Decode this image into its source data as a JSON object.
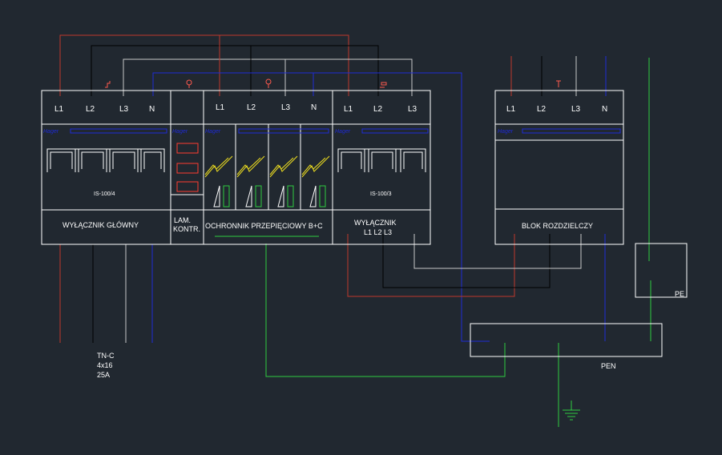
{
  "colors": {
    "background": "#212830",
    "outline": "#ffffff",
    "l1_wire": "#c0392b",
    "l2_wire": "#000000",
    "l3_wire": "#c8c8c8",
    "n_wire": "#1f2bd6",
    "pe_wire": "#2ecc40",
    "surge_symbol": "#f0e020",
    "marker": "#ff5a4e",
    "manufacturer_text": "#1f2bd6"
  },
  "devices": {
    "main_switch": {
      "terminals": [
        "L1",
        "L2",
        "L3",
        "N"
      ],
      "model": "IS-100/4",
      "label": "WYŁĄCZNIK GŁÓWNY",
      "brand": "Hager"
    },
    "lamp_module": {
      "label_line1": "LAM.",
      "label_line2": "KONTR.",
      "brand": "Hager"
    },
    "surge_protector": {
      "terminals": [
        "L1",
        "L2",
        "L3",
        "N"
      ],
      "label": "OCHRONNIK PRZEPIĘCIOWY B+C",
      "brand": "Hager"
    },
    "switch_l123": {
      "terminals": [
        "L1",
        "L2",
        "L3"
      ],
      "model": "IS-100/3",
      "label_line1": "WYŁĄCZNIK",
      "label_line2": "L1 L2 L3",
      "brand": "Hager"
    },
    "distribution_block": {
      "terminals": [
        "L1",
        "L2",
        "L3",
        "N"
      ],
      "label": "BLOK ROZDZIELCZY",
      "brand": "Hager"
    },
    "pe_bar": {
      "label": "PE"
    },
    "pen_bar": {
      "label": "PEN"
    }
  },
  "supply": {
    "line1": "TN-C",
    "line2": "4x16",
    "line3": "25A"
  }
}
